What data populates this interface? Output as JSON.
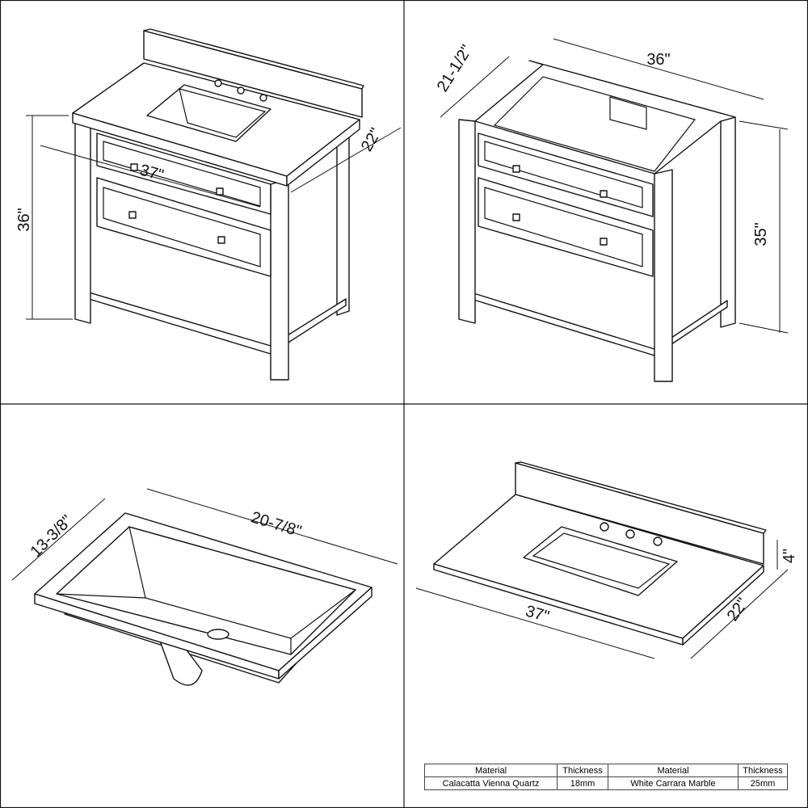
{
  "panels": {
    "vanity": {
      "height": "36\"",
      "width": "37\"",
      "depth": "22\""
    },
    "cabinet": {
      "width": "36\"",
      "depth": "21-1/2\"",
      "height": "35\""
    },
    "sink": {
      "depth": "13-3/8\"",
      "width": "20-7/8\""
    },
    "top": {
      "width": "37\"",
      "depth": "22\"",
      "backsplash": "4\""
    }
  },
  "spec_table": {
    "headers": [
      "Material",
      "Thickness",
      "Material",
      "Thickness"
    ],
    "row": [
      "Calacatta Vienna Quartz",
      "18mm",
      "White Carrara Marble",
      "25mm"
    ]
  }
}
